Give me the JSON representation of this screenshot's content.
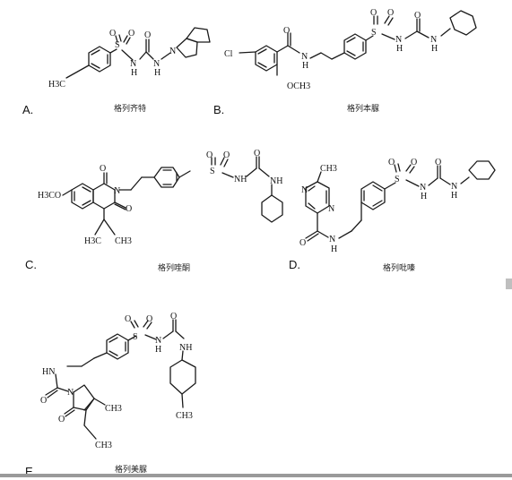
{
  "compounds": [
    {
      "letter": "A.",
      "name": "格列齐特"
    },
    {
      "letter": "B.",
      "name": "格列本脲"
    },
    {
      "letter": "C.",
      "name": "格列喹酮"
    },
    {
      "letter": "D.",
      "name": "格列吡嗪"
    },
    {
      "letter": "E.",
      "name": "格列美脲"
    }
  ],
  "atom_labels": {
    "H3C": "H3C",
    "CH3": "CH3",
    "H3CO": "H3CO",
    "OCH3": "OCH3",
    "S": "S",
    "O": "O",
    "N": "N",
    "NH": "NH",
    "HN": "HN",
    "H": "H",
    "Cl": "Cl"
  }
}
